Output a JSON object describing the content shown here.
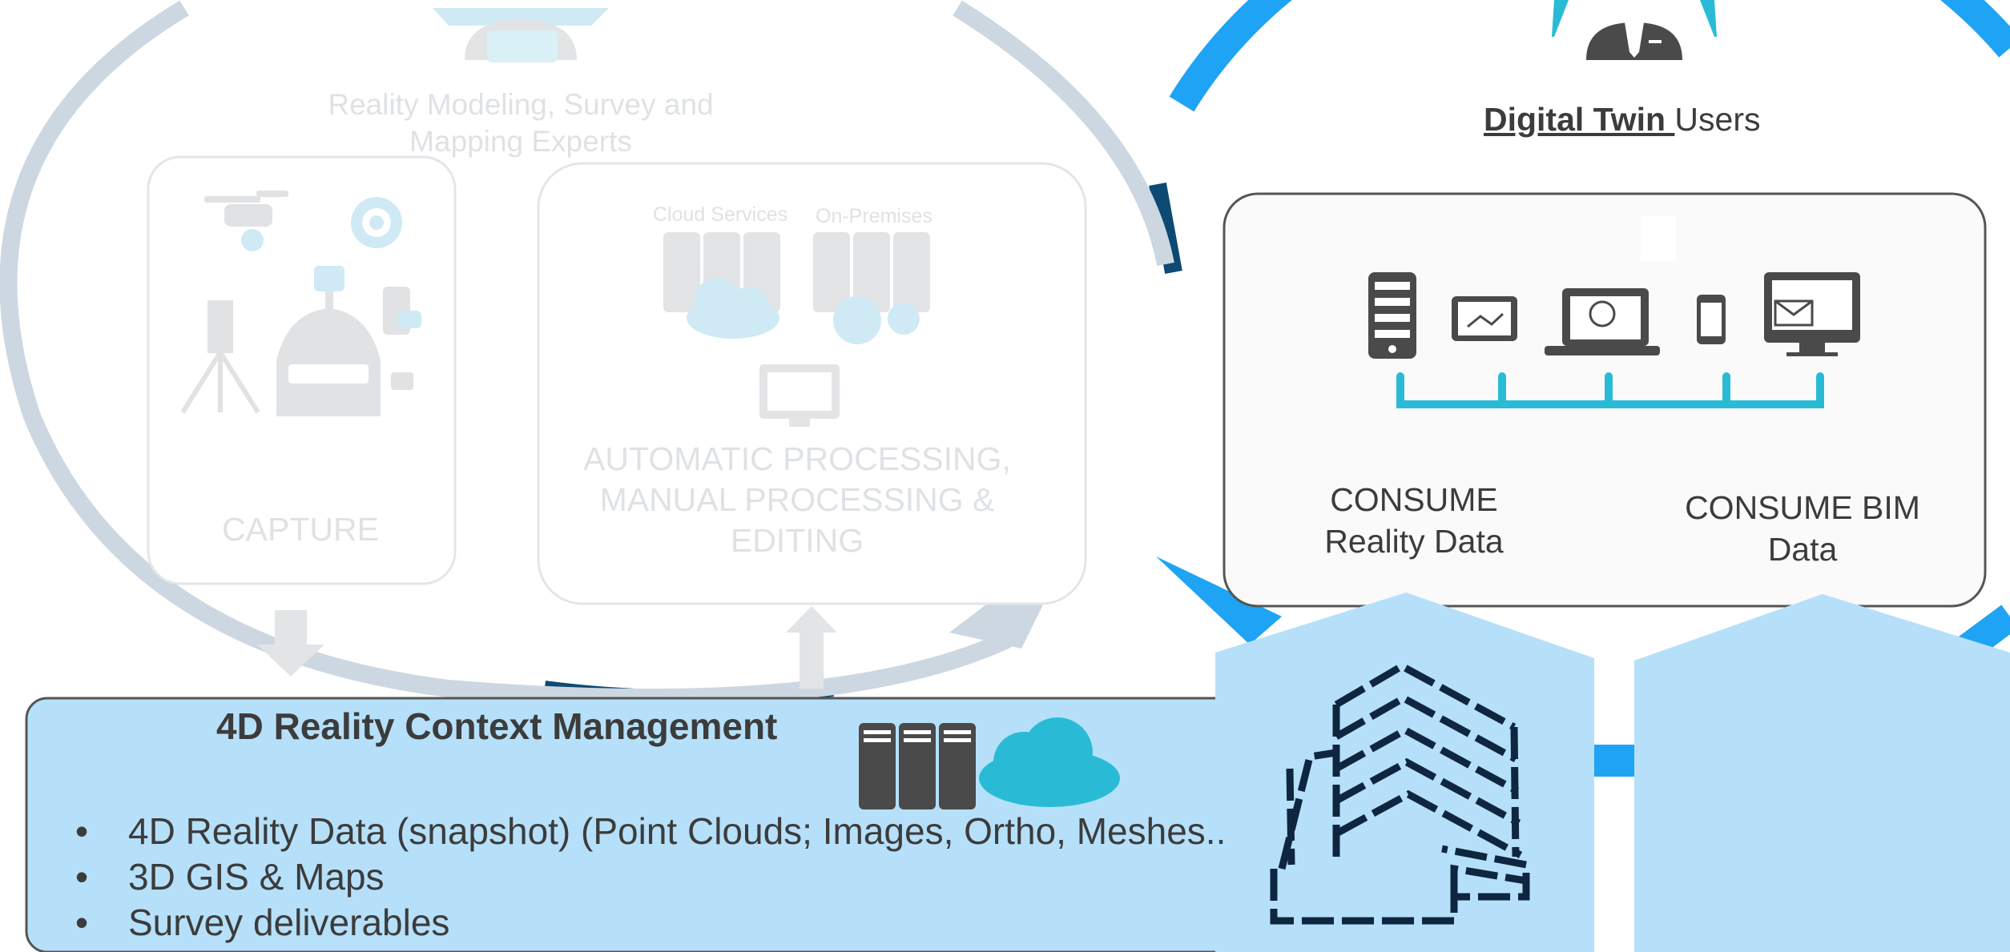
{
  "colors": {
    "accent_blue": "#1fa3f5",
    "light_blue_box": "#b6e0f9",
    "teal": "#29bbd6",
    "dark_gray": "#4a4a4a",
    "faded_gray": "#dfe2e5",
    "navy_arc": "#0d4a73"
  },
  "capture_section": {
    "experts_title": "Reality Modeling, Survey and Mapping Experts",
    "capture_label": "CAPTURE",
    "cloud_services_label": "Cloud Services",
    "on_premises_label": "On-Premises",
    "processing_label": "AUTOMATIC PROCESSING, MANUAL PROCESSING & EDITING"
  },
  "users_section": {
    "title_bold": "Digital Twin ",
    "title_rest": "Users",
    "consume_reality": "CONSUME Reality Data",
    "consume_bim": "CONSUME BIM Data"
  },
  "management_section": {
    "title": "4D Reality Context Management",
    "items": [
      "4D Reality Data (snapshot)  (Point Clouds; Images, Ortho, Meshes..",
      "3D GIS &  Maps",
      "Survey deliverables"
    ]
  },
  "icons": [
    "user-icon-faded",
    "drone-icon",
    "camera-tripod-icon",
    "car-scanner-icon",
    "handheld-scanner-icon",
    "sensor-disc-icon",
    "cloud-server-icon",
    "on-premises-server-icon",
    "monitor-icon",
    "businessman-icon",
    "server-tower-icon",
    "tablet-map-icon",
    "laptop-globe-icon",
    "phone-icon",
    "desktop-mail-icon",
    "server-rack-icon",
    "cloud-icon",
    "building-icon"
  ]
}
